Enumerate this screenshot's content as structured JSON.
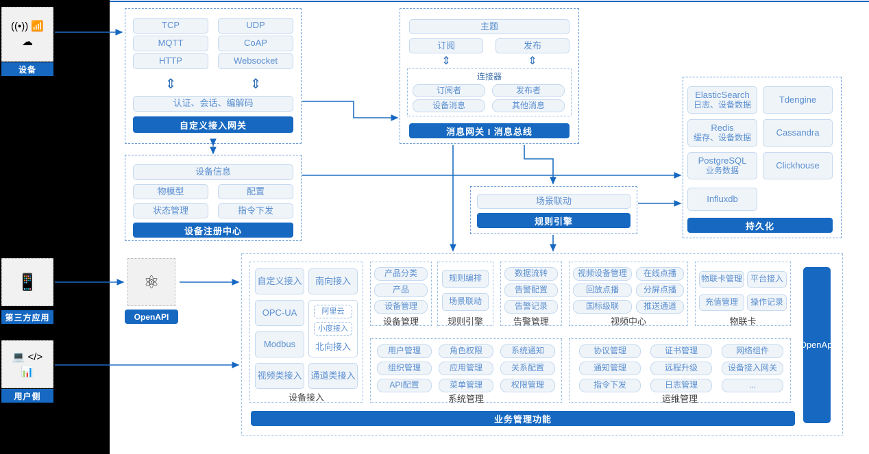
{
  "rail": {
    "device": {
      "label": "设备",
      "icons": [
        "wifi-signal-icon",
        "router-icon",
        "cloud-icon"
      ]
    },
    "third_party": {
      "label": "第三方应用",
      "icons": [
        "mobile-phone-icon"
      ]
    },
    "user_side": {
      "label": "用户侧",
      "icons": [
        "app-window-icon",
        "code-window-icon",
        "chart-window-icon"
      ]
    }
  },
  "access_gateway": {
    "protocols": [
      "TCP",
      "UDP",
      "MQTT",
      "CoAP",
      "HTTP",
      "Websocket"
    ],
    "middle": "认证、会话、编解码",
    "title": "自定义接入网关"
  },
  "message_bus": {
    "topic": "主题",
    "subscribe": "订阅",
    "publish": "发布",
    "connector_title": "连接器",
    "connector_items": [
      "订阅者",
      "发布者",
      "设备消息",
      "其他消息"
    ],
    "title": "消息网关 I 消息总线"
  },
  "persistence": {
    "items": [
      {
        "name": "ElasticSearch",
        "sub": "日志、设备数据"
      },
      {
        "name": "Tdengine",
        "sub": ""
      },
      {
        "name": "Redis",
        "sub": "缓存、设备数据"
      },
      {
        "name": "Cassandra",
        "sub": ""
      },
      {
        "name": "PostgreSQL",
        "sub": "业务数据"
      },
      {
        "name": "Clickhouse",
        "sub": ""
      },
      {
        "name": "Influxdb",
        "sub": ""
      }
    ],
    "title": "持久化"
  },
  "registry": {
    "info": "设备信息",
    "items": [
      "物模型",
      "配置",
      "状态管理",
      "指令下发"
    ],
    "title": "设备注册中心"
  },
  "rule": {
    "scene": "场景联动",
    "title": "规则引擎"
  },
  "openapi": {
    "icon": "api-atom-icon",
    "label": "OpenAPI"
  },
  "open_api_bar": {
    "line1": "Open",
    "line2": "Api"
  },
  "business": {
    "device_access": {
      "caption": "设备接入",
      "items": [
        "自定义接入",
        "南向接入",
        "OPC-UA",
        "Modbus",
        "视频类接入",
        "通道类接入"
      ],
      "nested": [
        "阿里云",
        "小度接入"
      ],
      "nested_caption": "北向接入"
    },
    "device_mgmt": {
      "caption": "设备管理",
      "items": [
        "产品分类",
        "产品",
        "设备管理"
      ]
    },
    "rule_engine": {
      "caption": "规则引擎",
      "items": [
        "规则编排",
        "场景联动"
      ]
    },
    "alarm_mgmt": {
      "caption": "告警管理",
      "items": [
        "数据流转",
        "告警配置",
        "告警记录"
      ]
    },
    "video_center": {
      "caption": "视频中心",
      "items": [
        "视频设备管理",
        "在线点播",
        "回放点播",
        "分屏点播",
        "国标级联",
        "推送通道"
      ]
    },
    "iot_card": {
      "caption": "物联卡",
      "items": [
        "物联卡管理",
        "平台接入",
        "充值管理",
        "操作记录"
      ]
    },
    "system_mgmt": {
      "caption": "系统管理",
      "items": [
        "用户管理",
        "角色权限",
        "系统通知",
        "组织管理",
        "应用管理",
        "关系配置",
        "API配置",
        "菜单管理",
        "权限管理"
      ]
    },
    "ops_mgmt": {
      "caption": "运维管理",
      "items": [
        "协议管理",
        "证书管理",
        "网络组件",
        "通知管理",
        "远程升级",
        "设备接入网关",
        "指令下发",
        "日志管理",
        "..."
      ]
    },
    "footer_title": "业务管理功能"
  },
  "colors": {
    "accent": "#1668c1",
    "chip_text": "#5b8fd0",
    "chip_bg": "#eff4f9",
    "chip_border": "#c5d9ef",
    "dashed": "#6f9ed8"
  }
}
